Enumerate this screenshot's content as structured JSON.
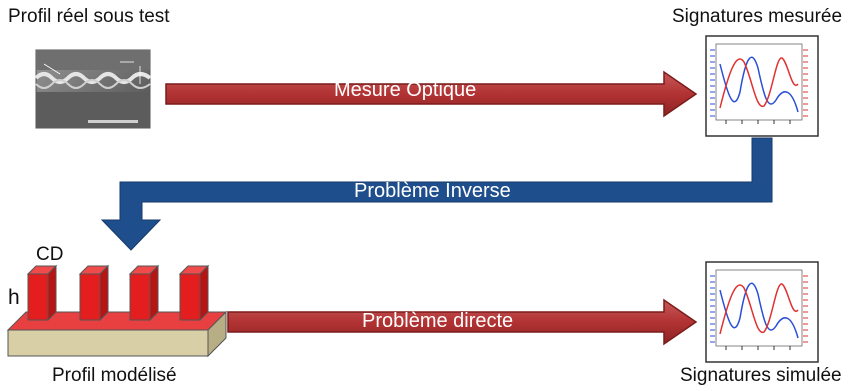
{
  "labels": {
    "profil_reel": "Profil réel sous test",
    "signatures_mesuree": "Signatures mesurée",
    "profil_modelise": "Profil modélisé",
    "signatures_simulee": "Signatures simulée",
    "cd": "CD",
    "h": "h"
  },
  "arrows": {
    "mesure_optique": "Mesure Optique",
    "probleme_inverse": "Problème Inverse",
    "probleme_directe": "Problème directe"
  },
  "colors": {
    "red_arrow": "#b03a3a",
    "blue_arrow": "#1f4e8c",
    "pillar_red": "#e02020",
    "substrate": "#d8cfa6",
    "curve_blue": "#2a4fd6",
    "curve_red": "#e03030"
  },
  "pillar_count": 4
}
